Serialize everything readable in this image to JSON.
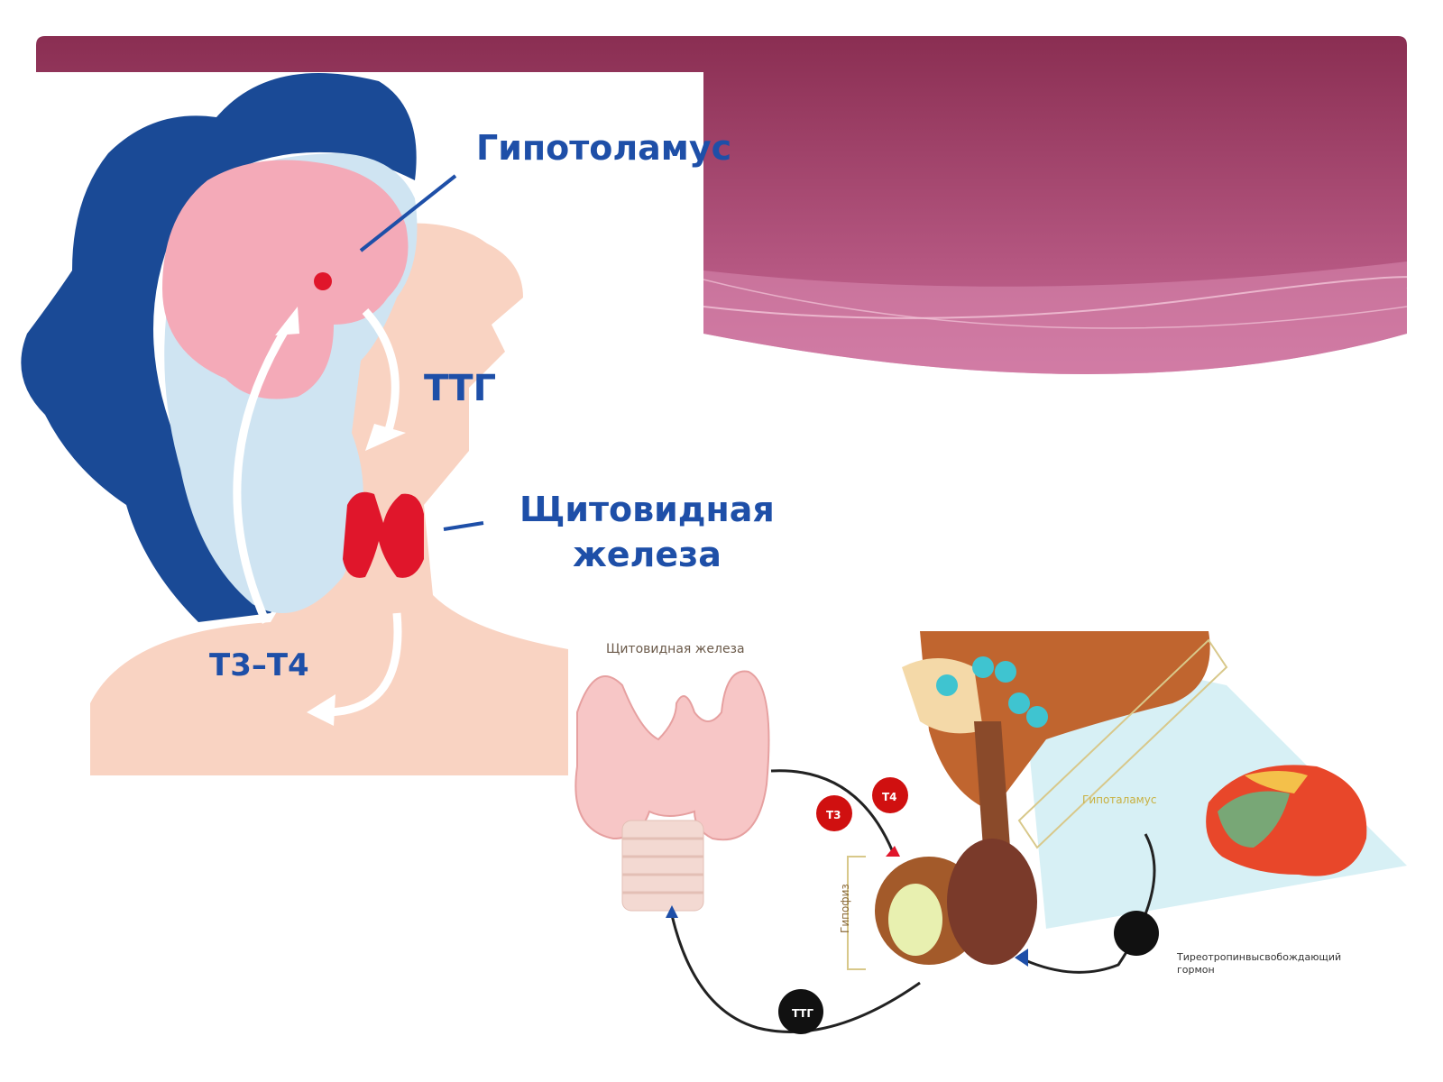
{
  "labels": {
    "hypothalamus": "Гипотоламус",
    "ttg": "ТТГ",
    "thyroid_line1": "Щитовидная",
    "thyroid_line2": "железа",
    "t3_t4": "T3–T4"
  },
  "right_labels": {
    "thyroid_gland": "Щитовидная железа",
    "hypothalamus": "Гипоталамус",
    "pituitary": "Гипофиз",
    "trh": "Тиреотропинвысвобождающий гормон",
    "t3": "Т3",
    "t4": "Т4",
    "ttg": "ТТГ"
  },
  "colors": {
    "banner_dark": "#8a2e52",
    "banner_light": "#d98ab0",
    "hair": "#1a4a96",
    "skin": "#f9d3c2",
    "brain": "#f4aab8",
    "thyroid_red": "#e0162b",
    "label_blue": "#1e4fa8"
  }
}
